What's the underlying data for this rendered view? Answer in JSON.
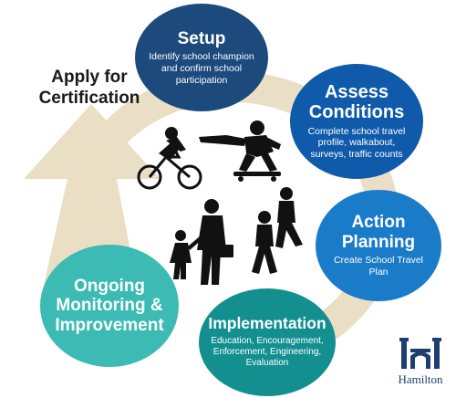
{
  "diagram": {
    "apply_label": "Apply for Certification",
    "stages": [
      {
        "title": "Setup",
        "description": "Identify school champion and confirm school participation",
        "color": "#1c4a7d"
      },
      {
        "title": "Assess Conditions",
        "description": "Complete school travel profile, walkabout, surveys, traffic counts",
        "color": "#0f5aab"
      },
      {
        "title": "Action Planning",
        "description": "Create School Travel Plan",
        "color": "#1a7bc9"
      },
      {
        "title": "Implementation",
        "description": "Education, Encouragement, Enforcement, Engineering, Evaluation",
        "color": "#138f90"
      },
      {
        "title": "Ongoing Monitoring & Improvement",
        "description": "",
        "color": "#3bbbb3"
      }
    ],
    "arrow_color": "#eadfc4",
    "silhouettes": [
      "cyclist-icon",
      "skateboarder-icon",
      "adult-with-child-icon",
      "walking-children-icon"
    ],
    "logo": {
      "wordmark": "Hamilton",
      "color": "#1d3f70"
    }
  }
}
